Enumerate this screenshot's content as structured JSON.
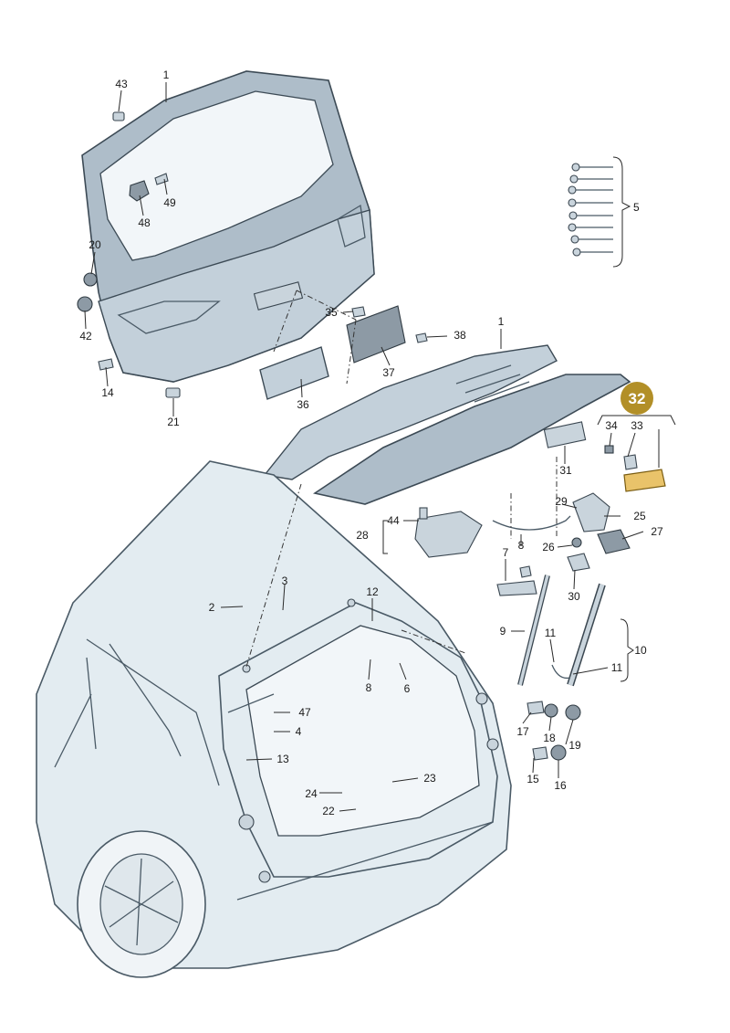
{
  "labels": {
    "p1a": "1",
    "p43": "43",
    "p49": "49",
    "p48": "48",
    "p5": "5",
    "p20": "20",
    "p42": "42",
    "p35": "35",
    "p38": "38",
    "p37": "37",
    "p14": "14",
    "p21": "21",
    "p36": "36",
    "p1b": "1",
    "p34": "34",
    "p33": "33",
    "p31": "31",
    "p29": "29",
    "p25": "25",
    "p27": "27",
    "p44": "44",
    "p28": "28",
    "p26": "26",
    "p8a": "8",
    "p7": "7",
    "p30": "30",
    "p3": "3",
    "p2": "2",
    "p12": "12",
    "p9": "9",
    "p11a": "11",
    "p10": "10",
    "p11b": "11",
    "p8b": "8",
    "p6": "6",
    "p47": "47",
    "p4": "4",
    "p17": "17",
    "p18": "18",
    "p19": "19",
    "p13": "13",
    "p23": "23",
    "p24": "24",
    "p22": "22",
    "p15": "15",
    "p16": "16"
  },
  "highlight": {
    "label": "32",
    "color": "#b28f27",
    "part_color": "#e9c36a"
  },
  "colors": {
    "body_fill": "#e3ecf1",
    "lid_fill": "#aebdc9",
    "line": "#3c4a55"
  }
}
